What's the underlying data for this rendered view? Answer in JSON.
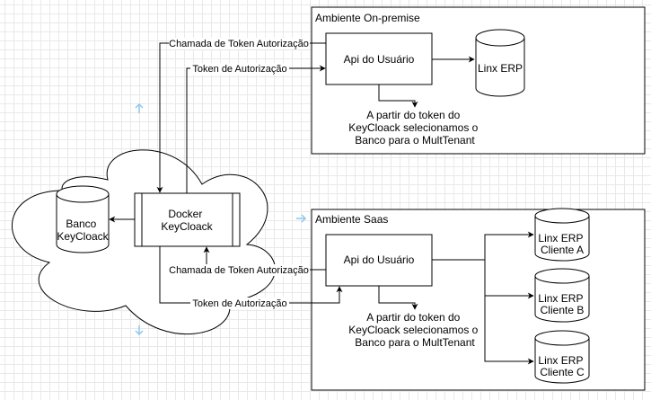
{
  "onprem": {
    "title": "Ambiente On-premise",
    "api_label": "Api do Usuário",
    "db_label": "Linx ERP",
    "note_lines": [
      "A partir do token do",
      "KeyCloack selecionamos o",
      "Banco para o MultTenant"
    ],
    "edge_call_label": "Chamada de Token Autorização",
    "edge_token_label": "Token de Autorização"
  },
  "cloud": {
    "docker_lines": [
      "Docker",
      "KeyCloack"
    ],
    "db_lines": [
      "Banco",
      "KeyCloack"
    ]
  },
  "saas": {
    "title": "Ambiente Saas",
    "api_label": "Api do Usuário",
    "db_a_lines": [
      "Linx ERP",
      "Cliente A"
    ],
    "db_b_lines": [
      "Linx ERP",
      "Cliente B"
    ],
    "db_c_lines": [
      "Linx ERP",
      "Cliente C"
    ],
    "note_lines": [
      "A partir do token do",
      "KeyCloack selecionamos o",
      "Banco para o MultTenant"
    ],
    "edge_call_label": "Chamada de Token Autorização",
    "edge_token_label": "Token de Autorização"
  },
  "colors": {
    "stroke": "#000000",
    "fill": "#ffffff",
    "grid": "#e9e9e9",
    "hint": "#8ec8ee"
  }
}
